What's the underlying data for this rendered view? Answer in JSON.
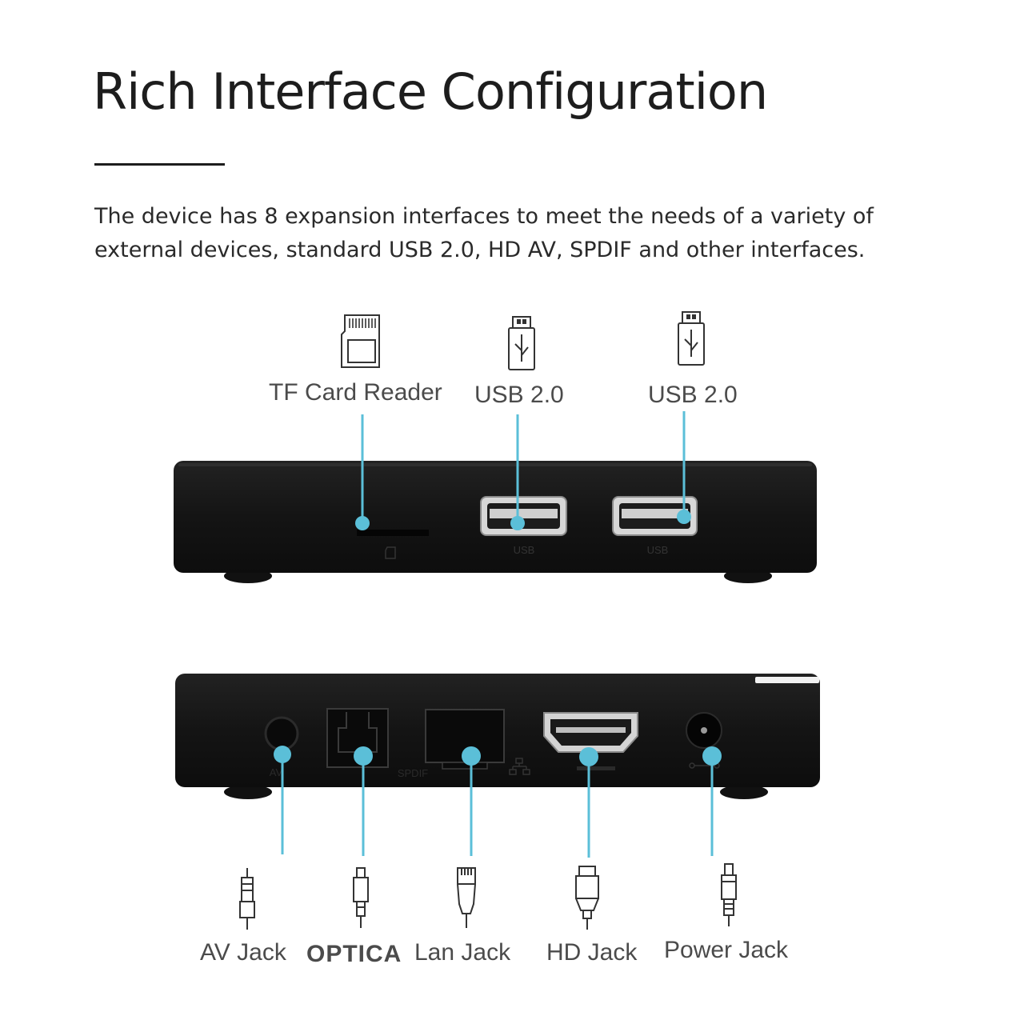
{
  "header": {
    "title": "Rich Interface Configuration",
    "description": "The device has 8 expansion interfaces to meet the needs of a variety of external devices, standard USB 2.0, HD  AV, SPDIF and other interfaces."
  },
  "top_ports": [
    {
      "label": "TF Card Reader",
      "icon": "sd-card-icon"
    },
    {
      "label": "USB 2.0",
      "icon": "usb-drive-icon"
    },
    {
      "label": "USB 2.0",
      "icon": "usb-drive-icon"
    }
  ],
  "device_markings": {
    "usb_1": "USB",
    "usb_2": "USB",
    "av": "AV",
    "spdif": "SPDIF"
  },
  "bottom_ports": [
    {
      "label": "AV Jack",
      "icon": "av-plug-icon"
    },
    {
      "label": "OPTICA",
      "icon": "optical-plug-icon"
    },
    {
      "label": "Lan Jack",
      "icon": "lan-plug-icon"
    },
    {
      "label": "HD Jack",
      "icon": "hdmi-plug-icon"
    },
    {
      "label": "Power Jack",
      "icon": "power-plug-icon"
    }
  ],
  "colors": {
    "accent": "#5bbfd8",
    "device": "#151515",
    "text": "#1d1d1d",
    "label": "#4b4b4b"
  }
}
